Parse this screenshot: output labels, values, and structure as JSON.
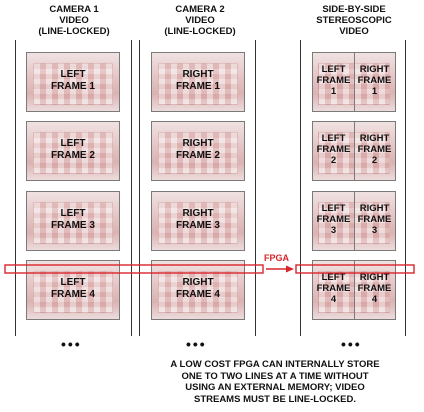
{
  "columns": [
    {
      "title": "CAMERA 1\nVIDEO\n(LINE-LOCKED)",
      "frames": [
        "LEFT\nFRAME 1",
        "LEFT\nFRAME 2",
        "LEFT\nFRAME 3",
        "LEFT\nFRAME 4"
      ]
    },
    {
      "title": "CAMERA 2\nVIDEO\n(LINE-LOCKED)",
      "frames": [
        "RIGHT\nFRAME 1",
        "RIGHT\nFRAME 2",
        "RIGHT\nFRAME 3",
        "RIGHT\nFRAME 4"
      ]
    },
    {
      "title": "SIDE-BY-SIDE\nSTEREOSCOPIC\nVIDEO",
      "frames": [
        {
          "left": "LEFT\nFRAME\n1",
          "right": "RIGHT\nFRAME\n1"
        },
        {
          "left": "LEFT\nFRAME\n2",
          "right": "RIGHT\nFRAME\n2"
        },
        {
          "left": "LEFT\nFRAME\n3",
          "right": "RIGHT\nFRAME\n3"
        },
        {
          "left": "LEFT\nFRAME\n4",
          "right": "RIGHT\nFRAME\n4"
        }
      ]
    }
  ],
  "ellipsis": "•••",
  "fpga_label": "FPGA",
  "note": "A LOW COST FPGA CAN INTERNALLY STORE\nONE TO TWO LINES AT A TIME WITHOUT\nUSING AN EXTERNAL MEMORY; VIDEO\nSTREAMS MUST BE LINE-LOCKED.",
  "colors": {
    "highlight": "#d9252b",
    "line": "#333333",
    "text": "#111111"
  }
}
